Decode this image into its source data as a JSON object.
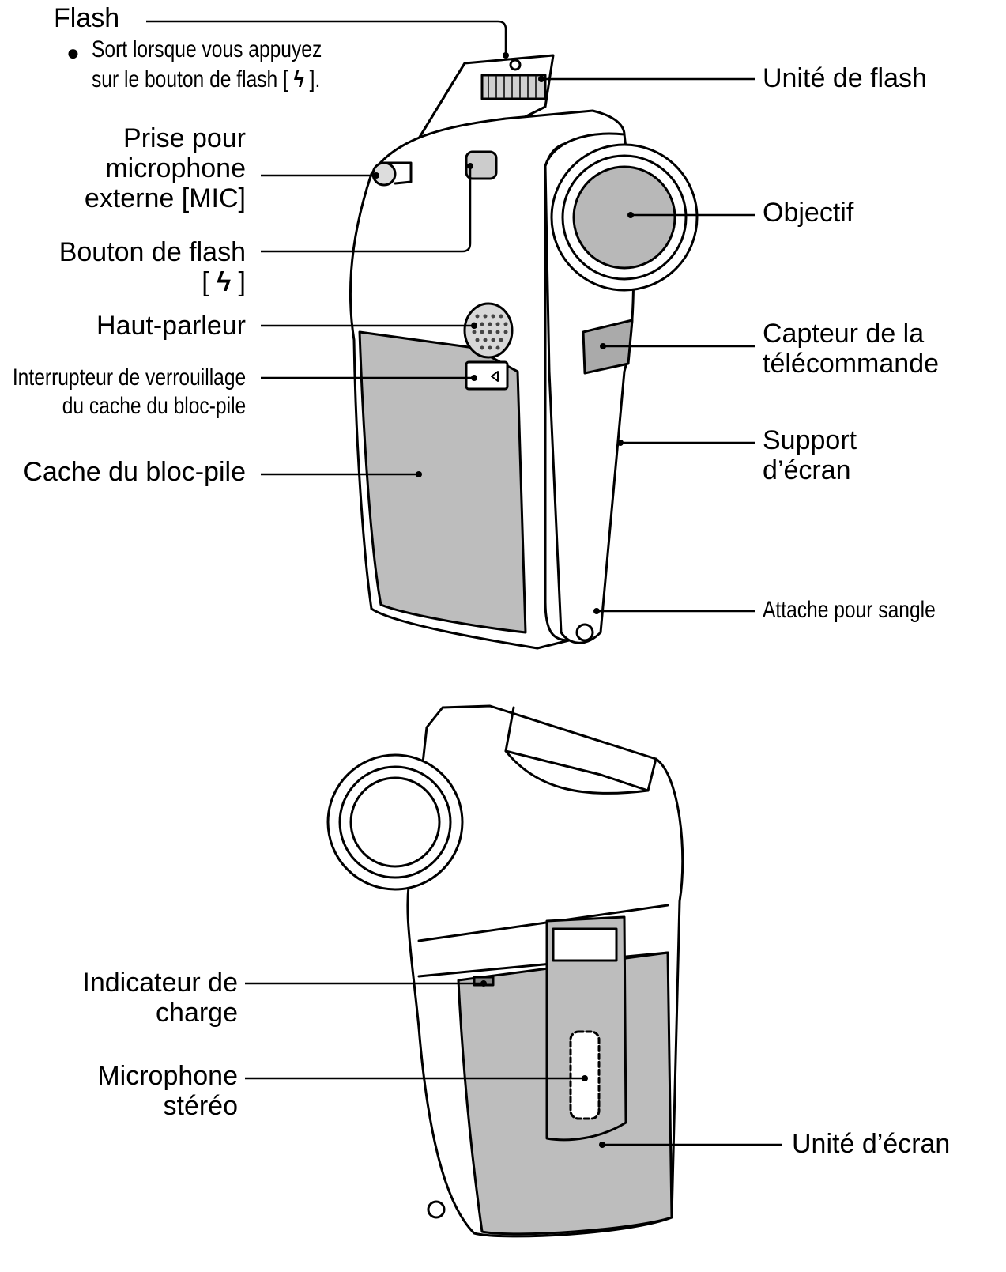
{
  "top_view": {
    "flash": {
      "title": "Flash",
      "note_line1": "Sort lorsque vous appuyez",
      "note_line2_pre": "sur le bouton de flash [",
      "note_line2_post": "]."
    },
    "flash_unit": "Unité de flash",
    "mic_jack": [
      "Prise pour",
      "microphone",
      "externe [MIC]"
    ],
    "flash_button": {
      "line1": "Bouton de flash",
      "bracket_open": "[",
      "bracket_close": "]"
    },
    "speaker": "Haut-parleur",
    "lock_switch": [
      "Interrupteur de verrouillage",
      "du cache du bloc-pile"
    ],
    "battery_cover": "Cache du bloc-pile",
    "lens": "Objectif",
    "remote_sensor": [
      "Capteur de la",
      "télécommande"
    ],
    "monitor_support": [
      "Support",
      "d’écran"
    ],
    "strap_holder": "Attache pour sangle"
  },
  "bottom_view": {
    "charge_indicator": [
      "Indicateur de",
      "charge"
    ],
    "stereo_mic": [
      "Microphone",
      "stéréo"
    ],
    "monitor_unit": "Unité d’écran"
  },
  "icons": {
    "flash_icon_glyph": "ϟ"
  }
}
